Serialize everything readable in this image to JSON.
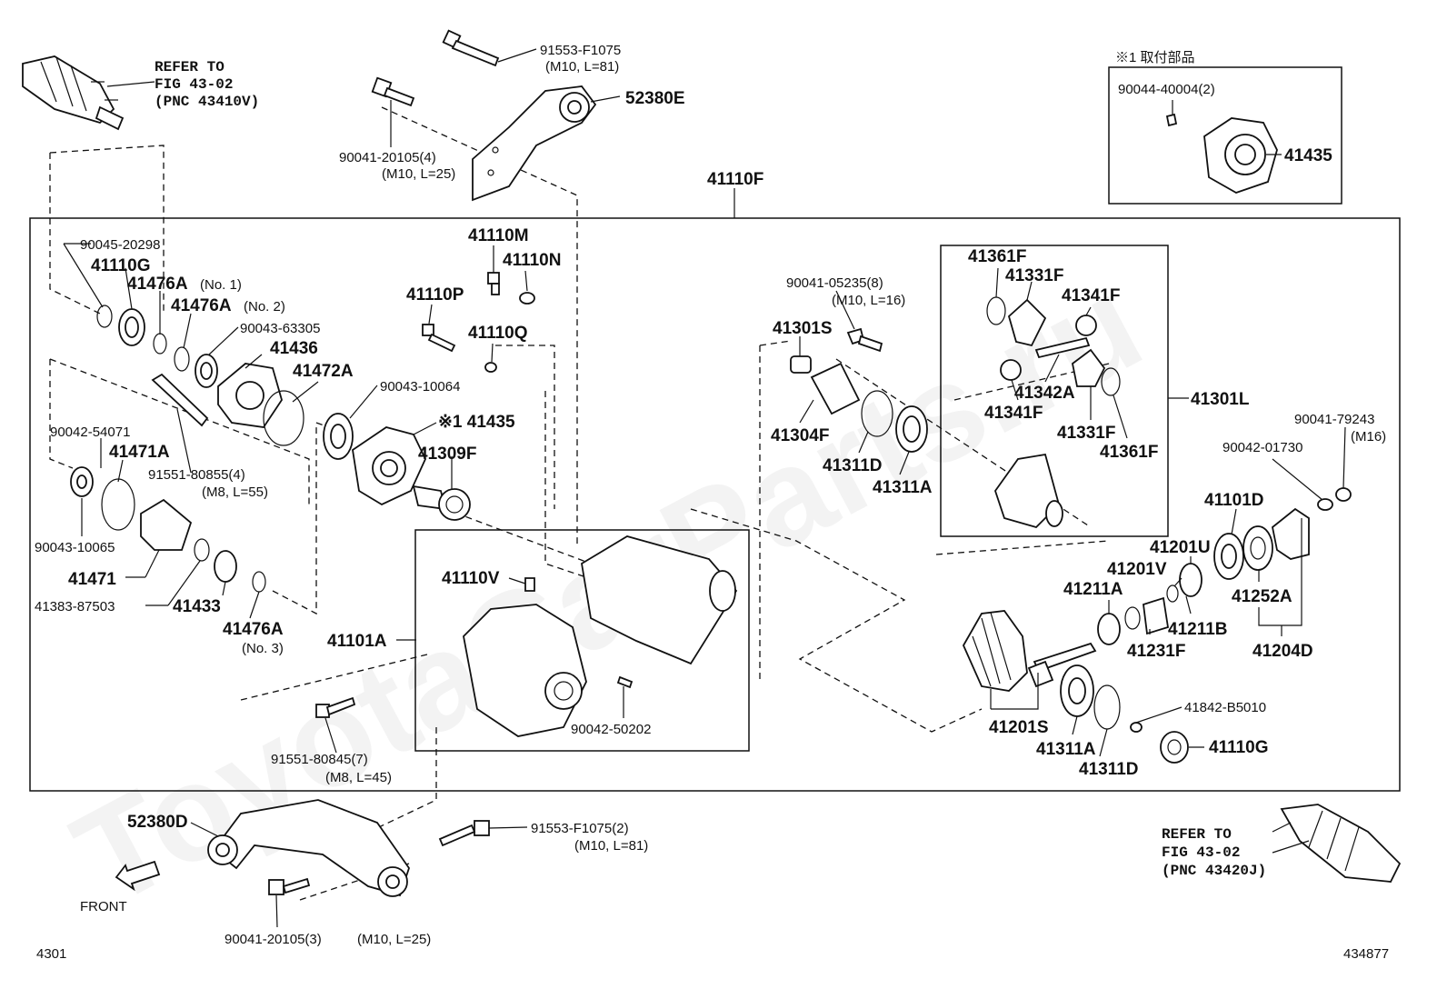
{
  "diagram": {
    "top_label": "41110F",
    "sub_label": "41301L",
    "watermark": "ToyotaCarParts.ru",
    "front_label": "FRONT",
    "fig_number": "4301",
    "drawing_number": "434877",
    "attach_note": "※1 取付部品",
    "refer_top": [
      "REFER TO",
      "FIG 43-02",
      "(PNC 43410V)"
    ],
    "refer_bottom": [
      "REFER TO",
      "FIG 43-02",
      "(PNC 43420J)"
    ]
  },
  "labels": {
    "p91553_top": "91553-F1075",
    "p91553_top_size": "(M10, L=81)",
    "p52380E": "52380E",
    "p90041_20105_4": "90041-20105(4)",
    "p90041_20105_4_size": "(M10, L=25)",
    "p90044": "90044-40004(2)",
    "p41435_inset": "41435",
    "p90045": "90045-20298",
    "p41110G_left": "41110G",
    "p41476A_1": "41476A",
    "p41476A_1_note": "(No. 1)",
    "p41476A_2": "41476A",
    "p41476A_2_note": "(No. 2)",
    "p90043_63305": "90043-63305",
    "p41436": "41436",
    "p41472A": "41472A",
    "p90043_10064": "90043-10064",
    "p41435_mark": "※1 41435",
    "p41309F": "41309F",
    "p90042_54071": "90042-54071",
    "p41471A": "41471A",
    "p91551_80855": "91551-80855(4)",
    "p91551_80855_size": "(M8, L=55)",
    "p90043_10065": "90043-10065",
    "p41471": "41471",
    "p41383": "41383-87503",
    "p41433": "41433",
    "p41476A_3": "41476A",
    "p41476A_3_note": "(No. 3)",
    "p41110M": "41110M",
    "p41110N": "41110N",
    "p41110P": "41110P",
    "p41110Q": "41110Q",
    "p41110V": "41110V",
    "p41101A": "41101A",
    "p90042_50202": "90042-50202",
    "p91551_80845": "91551-80845(7)",
    "p91551_80845_size": "(M8, L=45)",
    "p90041_05235": "90041-05235(8)",
    "p90041_05235_size": "(M10, L=16)",
    "p41301S": "41301S",
    "p41304F": "41304F",
    "p41311D_left": "41311D",
    "p41311A_left": "41311A",
    "p41361F_top": "41361F",
    "p41331F_top": "41331F",
    "p41341F_top": "41341F",
    "p41342A": "41342A",
    "p41341F_bottom": "41341F",
    "p41331F_bottom": "41331F",
    "p41361F_bottom": "41361F",
    "p90041_79243": "90041-79243",
    "p90041_79243_size": "(M16)",
    "p90042_01730": "90042-01730",
    "p41101D": "41101D",
    "p41201U": "41201U",
    "p41201V": "41201V",
    "p41211A": "41211A",
    "p41211B": "41211B",
    "p41231F": "41231F",
    "p41252A": "41252A",
    "p41204D": "41204D",
    "p41842": "41842-B5010",
    "p41201S": "41201S",
    "p41311A_right": "41311A",
    "p41311D_right": "41311D",
    "p41110G_right": "41110G",
    "p52380D": "52380D",
    "p91553_bottom": "91553-F1075(2)",
    "p91553_bottom_size": "(M10, L=81)",
    "p90041_20105_3": "90041-20105(3)",
    "p90041_20105_3_size": "(M10, L=25)"
  }
}
